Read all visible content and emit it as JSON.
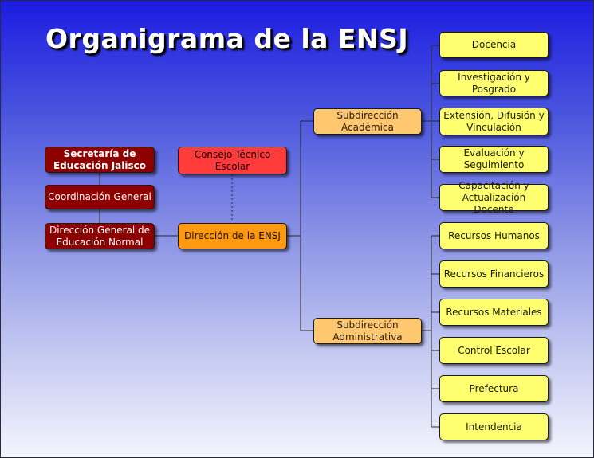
{
  "title": "Organigrama de la ENSJ",
  "units": {
    "sej": "Secretaría de Educación Jalisco",
    "coordinacion": "Coordinación General",
    "direccion_general": "Dirección General de Educación Normal",
    "consejo": "Consejo Técnico Escolar",
    "direccion_ensj": "Dirección de la ENSJ",
    "sub_academica": "Subdirección Académica",
    "sub_administrativa": "Subdirección Administrativa"
  },
  "academica_areas": [
    "Docencia",
    "Investigación y Posgrado",
    "Extensión, Difusión y Vinculación",
    "Evaluación y Seguimiento",
    "Capacitación y Actualización Docente"
  ],
  "administrativa_areas": [
    "Recursos Humanos",
    "Recursos Financieros",
    "Recursos Materiales",
    "Control Escolar",
    "Prefectura",
    "Intendencia"
  ],
  "colors": {
    "background_top": "#1c1ce0",
    "background_bottom": "#f4f5fd",
    "state_boxes": "#8e0000",
    "council_box": "#ff3b3b",
    "direction_box": "#ff9a10",
    "subdirection_boxes": "#ffc870",
    "area_boxes": "#ffff70"
  }
}
